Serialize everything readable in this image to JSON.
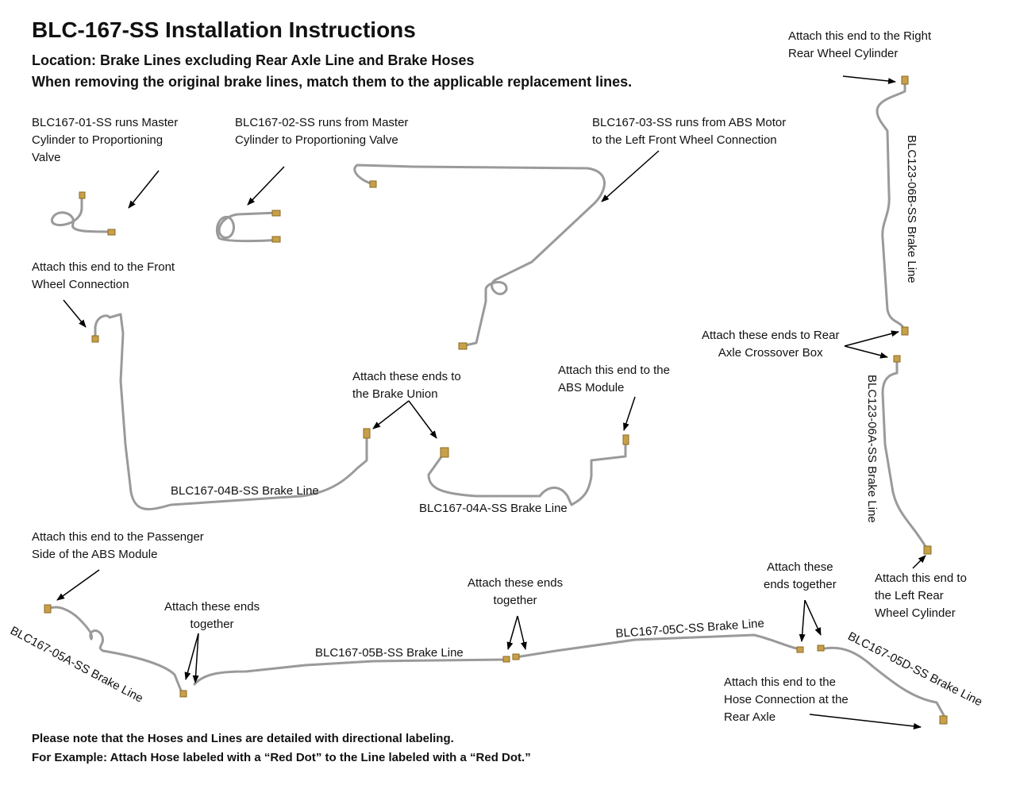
{
  "title": "BLC-167-SS Installation Instructions",
  "subtitle1": "Location: Brake Lines excluding Rear Axle Line and Brake Hoses",
  "subtitle2": "When removing the original brake lines, match them to the applicable replacement lines.",
  "labels": {
    "l01": [
      " BLC167-01-SS runs Master",
      "Cylinder to Proportioning",
      "Valve"
    ],
    "l02": [
      " BLC167-02-SS runs from Master",
      "Cylinder to Proportioning Valve"
    ],
    "l03": [
      " BLC167-03-SS runs from ABS Motor",
      "to the Left Front Wheel Connection"
    ],
    "front_wheel": [
      "Attach this end to the Front",
      "Wheel Connection"
    ],
    "brake_union": [
      "Attach these ends to",
      "the Brake Union"
    ],
    "abs_module": [
      "Attach this end to the",
      "ABS Module"
    ],
    "l04b": "BLC167-04B-SS Brake Line",
    "l04a": "BLC167-04A-SS Brake Line",
    "passenger": [
      "Attach this end to the Passenger",
      "Side of the ABS Module"
    ],
    "l05a": "BLC167-05A-SS Brake Line",
    "together1": [
      "Attach these ends",
      "together"
    ],
    "l05b": "BLC167-05B-SS Brake Line",
    "together2": [
      "Attach these ends",
      "together"
    ],
    "l05c": "BLC167-05C-SS Brake Line",
    "together3": [
      "Attach these",
      "ends together"
    ],
    "l05d": "BLC167-05D-SS Brake Line",
    "hose_conn": [
      "Attach this end to the",
      "Hose Connection at the",
      "Rear Axle"
    ],
    "right_rear": [
      "Attach this end to the Right",
      "Rear Wheel Cylinder"
    ],
    "l06b": "BLC123-06B-SS Brake Line",
    "crossover": [
      "Attach these ends to Rear",
      "Axle Crossover Box"
    ],
    "l06a": "BLC123-06A-SS Brake Line",
    "left_rear": [
      "Attach this end to",
      "the Left Rear",
      "Wheel Cylinder"
    ]
  },
  "note1": "Please note that the Hoses and Lines are detailed with directional labeling.",
  "note2": "For Example: Attach Hose labeled with a “Red Dot” to the Line labeled with a “Red Dot.”",
  "colors": {
    "line": "#9a9a9a",
    "fitting": "#c8a04a",
    "arrow": "#000000"
  }
}
